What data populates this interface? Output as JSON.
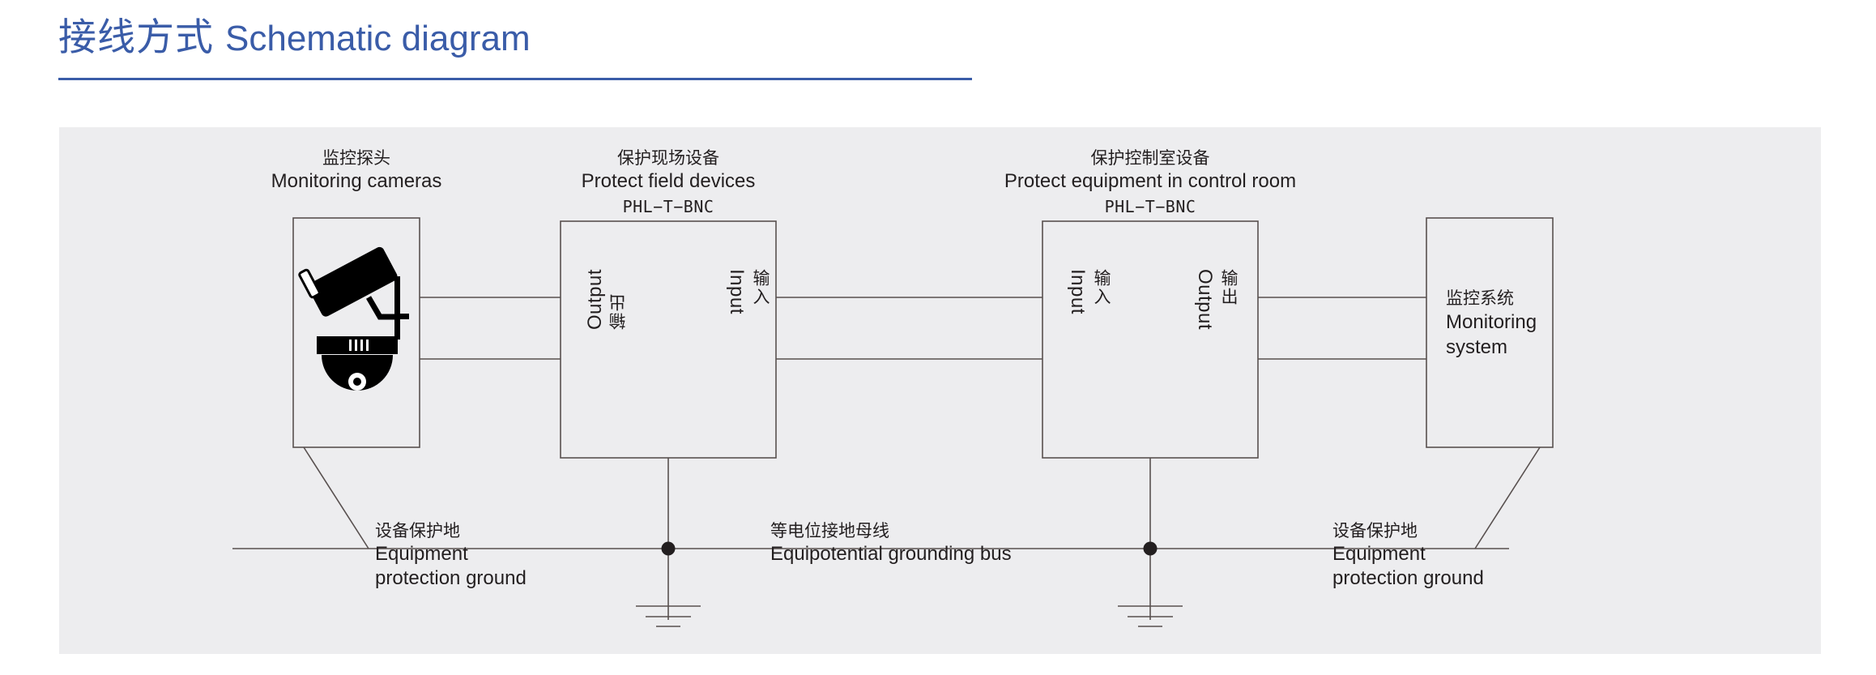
{
  "header": {
    "title_cn": "接线方式",
    "title_en": "Schematic diagram",
    "accent_color": "#3a5ca8",
    "rule": "title-underline"
  },
  "panel": {
    "background_color": "#ededef",
    "line_color": "#58504f"
  },
  "diagram": {
    "type": "schematic",
    "camera_group": {
      "label_cn": "监控探头",
      "label_en": "Monitoring cameras",
      "icons": [
        "bullet-camera-icon",
        "dome-camera-icon"
      ]
    },
    "field_device": {
      "label_cn": "保护现场设备",
      "label_en": "Protect field devices",
      "model": "PHL−T−BNC",
      "left_port": {
        "en": "Output",
        "cn": "输出"
      },
      "right_port": {
        "en": "Input",
        "cn": "输入"
      }
    },
    "control_room_device": {
      "label_cn": "保护控制室设备",
      "label_en": "Protect  equipment in control room",
      "model": "PHL−T−BNC",
      "left_port": {
        "en": "Input",
        "cn": "输入"
      },
      "right_port": {
        "en": "Output",
        "cn": "输出"
      }
    },
    "monitoring_system": {
      "label_cn": "监控系统",
      "label_en_line1": "Monitoring",
      "label_en_line2": "system"
    },
    "grounds": {
      "left": {
        "label_cn": "设备保护地",
        "label_en_line1": "Equipment",
        "label_en_line2": "protection ground"
      },
      "bus": {
        "label_cn": "等电位接地母线",
        "label_en": "Equipotential grounding bus"
      },
      "right": {
        "label_cn": "设备保护地",
        "label_en_line1": "Equipment",
        "label_en_line2": "protection ground"
      }
    }
  }
}
